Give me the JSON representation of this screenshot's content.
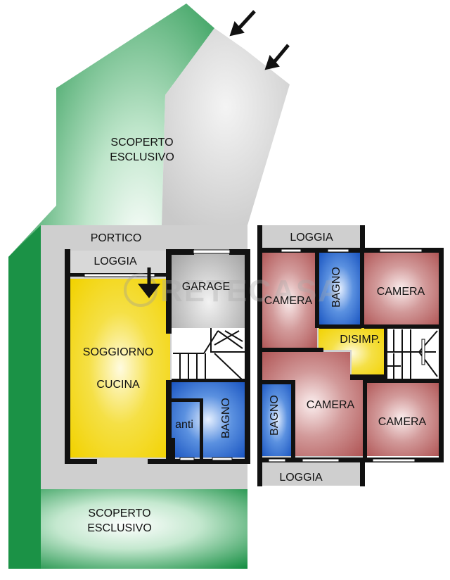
{
  "labels": {
    "scoperto_top_1": "SCOPERTO",
    "scoperto_top_2": "ESCLUSIVO",
    "scoperto_bottom_1": "SCOPERTO",
    "scoperto_bottom_2": "ESCLUSIVO",
    "portico": "PORTICO",
    "loggia_ground": "LOGGIA",
    "garage": "GARAGE",
    "soggiorno": "SOGGIORNO",
    "cucina": "CUCINA",
    "anti": "anti",
    "bagno_ground": "BAGNO",
    "loggia_first_top": "LOGGIA",
    "camera_1": "CAMERA",
    "bagno_first_top": "BAGNO",
    "camera_2": "CAMERA",
    "disimp": "DISIMP.",
    "bagno_first_bottom": "BAGNO",
    "camera_3": "CAMERA",
    "camera_4": "CAMERA",
    "loggia_first_bottom": "LOGGIA",
    "watermark": "RETECASA"
  },
  "colors": {
    "garden_green": "#0e8a3c",
    "garden_light": "#eaf7ee",
    "paved_grey": "#c8c8c8",
    "living_yellow": "#f2d900",
    "bath_blue": "#1a5fc8",
    "bedroom_red": "#b35c5c",
    "garage_grey": "#a8a8a8",
    "wall": "#111111"
  },
  "icons": {
    "entrance_arrows": "arrow-down-left-icon",
    "entry_arrow": "arrow-down-icon"
  }
}
